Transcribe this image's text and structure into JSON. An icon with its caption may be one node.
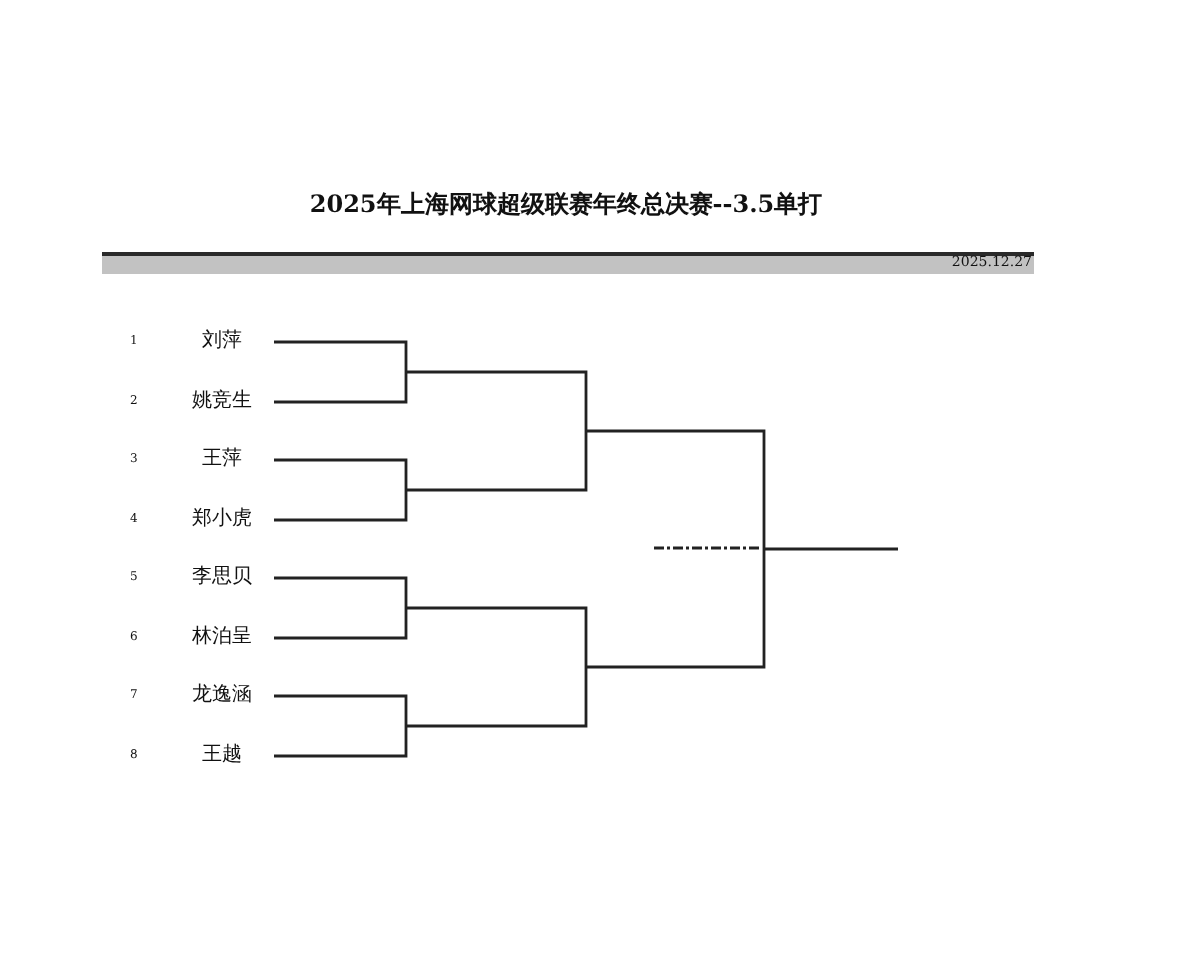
{
  "diagram": {
    "title": "2025年上海网球超级联赛年终总决赛--3.5单打",
    "nodes": [
      {
        "text": [
          "刘萍"
        ],
        "beside": [
          "1"
        ]
      },
      {
        "text": [
          "姚竞生"
        ],
        "beside": [
          "2"
        ]
      },
      {
        "text": [
          "王萍"
        ],
        "beside": [
          "3"
        ]
      },
      {
        "text": [
          "郑小虎"
        ],
        "beside": [
          "4"
        ]
      },
      {
        "text": [
          "李思贝"
        ],
        "beside": [
          "5"
        ]
      },
      {
        "text": [
          "林泊呈"
        ],
        "beside": [
          "6"
        ]
      },
      {
        "text": [
          "龙逸涵"
        ],
        "beside": [
          "7"
        ]
      },
      {
        "text": [
          "王越"
        ],
        "beside": [
          "8"
        ]
      }
    ],
    "edges": [
      {
        "from": 0,
        "to": null,
        "arrow": "none"
      },
      {
        "from": 1,
        "to": null,
        "arrow": "none"
      },
      {
        "from": 2,
        "to": null,
        "arrow": "none"
      },
      {
        "from": 3,
        "to": null,
        "arrow": "none"
      },
      {
        "from": 4,
        "to": null,
        "arrow": "none"
      },
      {
        "from": 5,
        "to": null,
        "arrow": "none"
      },
      {
        "from": 6,
        "to": null,
        "arrow": "none"
      },
      {
        "from": 7,
        "to": null,
        "arrow": "none"
      }
    ],
    "labels": [
      "2025.12.27"
    ]
  }
}
